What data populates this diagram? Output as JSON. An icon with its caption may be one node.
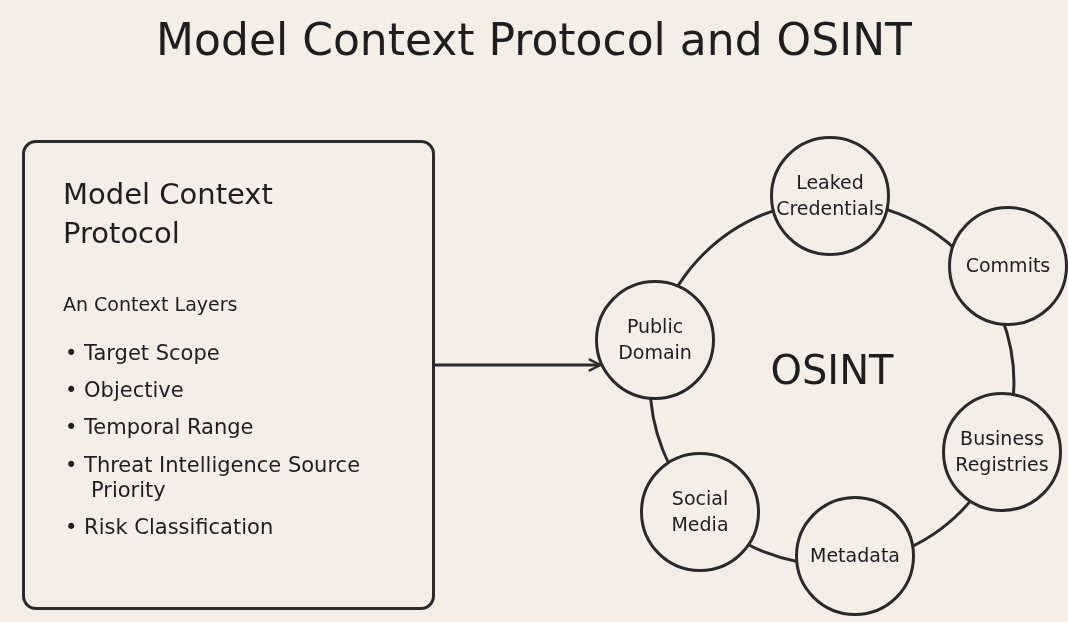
{
  "diagram": {
    "title": "Model Context Protocol and OSINT",
    "nodes": [
      {
        "text": [
          "Model Context Protocol",
          "An Context Layers",
          "• Target Scope",
          "• Objective",
          "• Temporal Range",
          "• Threat Intelligence Source Priority",
          "• Risk Classification"
        ]
      },
      {
        "text": [
          "OSINT"
        ]
      },
      {
        "text": [
          "Leaked Credentials"
        ]
      },
      {
        "text": [
          "Commits"
        ]
      },
      {
        "text": [
          "Public Domain"
        ]
      },
      {
        "text": [
          "Business Registries"
        ]
      },
      {
        "text": [
          "Social Media"
        ]
      },
      {
        "text": [
          "Metadata"
        ]
      }
    ],
    "edges": [
      {
        "from": 0,
        "to": 4,
        "arrow": "to"
      }
    ]
  }
}
